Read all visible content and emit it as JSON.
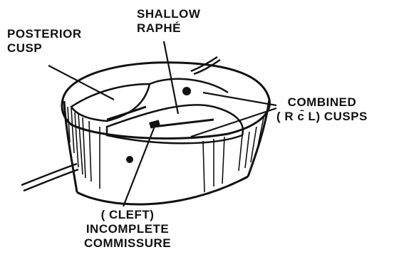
{
  "labels": {
    "posterior_cusp": [
      "POSTERIOR",
      "CUSP"
    ],
    "shallow_raphe": [
      "SHALLOW",
      "RAPHÉ"
    ],
    "combined_cusps": [
      "COMBINED",
      "( R c̄ L) CUSPS"
    ],
    "cleft_commissure": [
      "( CLEFT)",
      "INCOMPLETE",
      "COMMISSURE"
    ]
  },
  "colors": {
    "ink": "#111111",
    "paper": "#ffffff"
  }
}
